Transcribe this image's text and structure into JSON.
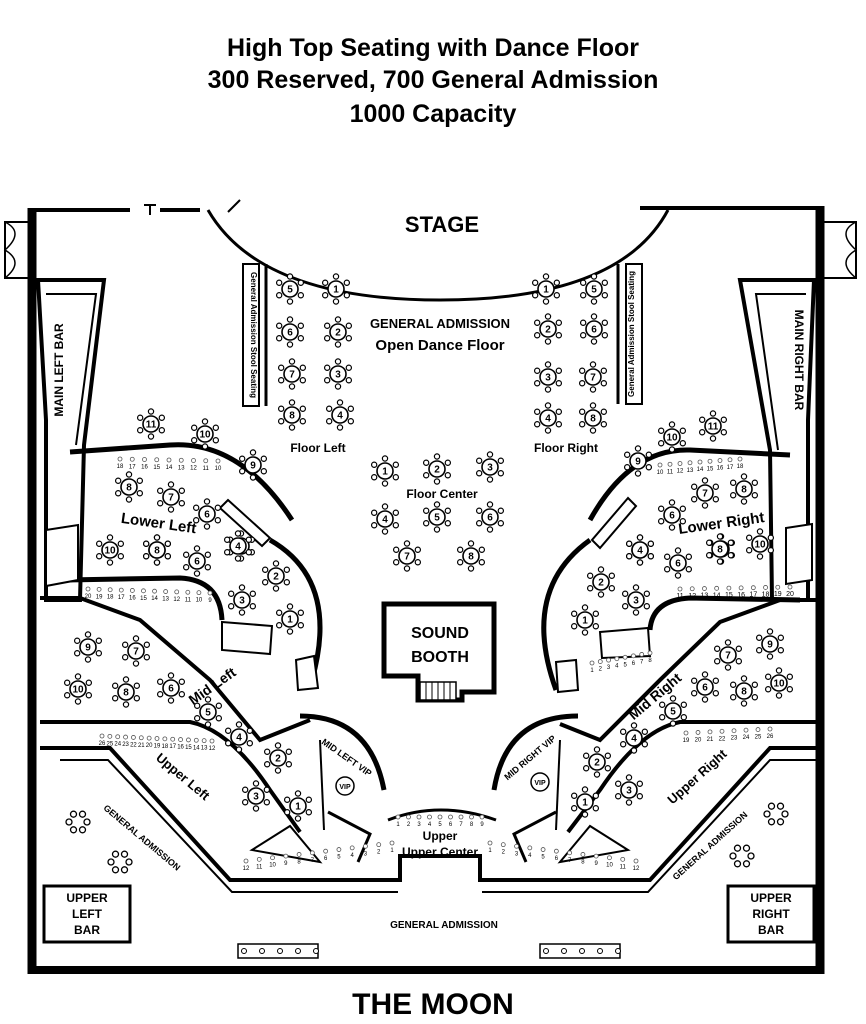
{
  "header": {
    "line1": "High Top Seating with Dance Floor",
    "line2": "300 Reserved, 700 General Admission",
    "line3": "1000 Capacity"
  },
  "footer": {
    "venue_name": "THE MOON"
  },
  "labels": {
    "stage": "STAGE",
    "ga_title": "GENERAL ADMISSION",
    "dance_floor": "Open Dance Floor",
    "stool_seating": "General Admission Stool Seating",
    "main_left_bar": "MAIN LEFT BAR",
    "main_right_bar": "MAIN RIGHT BAR",
    "floor_left": "Floor  Left",
    "floor_right": "Floor  Right",
    "floor_center": "Floor Center",
    "lower_left": "Lower  Left",
    "lower_right": "Lower  Right",
    "mid_left": "Mid  Left",
    "mid_right": "Mid  Right",
    "mid_left_vip": "MID LEFT VIP",
    "mid_right_vip": "MID RIGHT VIP",
    "vip": "VIP",
    "upper_left": "Upper  Left",
    "upper_right": "Upper  Right",
    "upper_center": "Upper Center",
    "sound_booth_1": "SOUND",
    "sound_booth_2": "BOOTH",
    "general_admission": "GENERAL ADMISSION",
    "upper_left_bar": [
      "UPPER",
      "LEFT",
      "BAR"
    ],
    "upper_right_bar": [
      "UPPER",
      "RIGHT",
      "BAR"
    ]
  },
  "tables": {
    "floor_left": [
      "5",
      "1",
      "6",
      "2",
      "7",
      "3",
      "8",
      "4"
    ],
    "floor_right": [
      "1",
      "5",
      "2",
      "6",
      "3",
      "7",
      "4",
      "8"
    ],
    "floor_center": [
      "1",
      "2",
      "3",
      "4",
      "5",
      "6",
      "7",
      "8"
    ],
    "lower_left": [
      "11",
      "10",
      "9",
      "8",
      "7",
      "6",
      "5",
      "4",
      "3",
      "2",
      "1",
      "10",
      "8",
      "6",
      "4"
    ],
    "lower_right": [
      "10",
      "11",
      "9",
      "7",
      "8",
      "6",
      "5",
      "4",
      "3",
      "2",
      "1",
      "10",
      "8",
      "6",
      "4"
    ],
    "mid_left": [
      "9",
      "7",
      "10",
      "8",
      "6",
      "5",
      "4",
      "3",
      "2",
      "1"
    ],
    "mid_right": [
      "9",
      "7",
      "10",
      "8",
      "6",
      "5",
      "4",
      "3",
      "2",
      "1"
    ],
    "upper_left": [
      "3",
      "2",
      "1"
    ],
    "upper_right": [
      "3",
      "2",
      "1"
    ]
  },
  "rail_numbers": {
    "lower_left_top": [
      "18",
      "17",
      "16",
      "15",
      "14",
      "13",
      "12",
      "11",
      "10"
    ],
    "lower_left_bottom": [
      "20",
      "19",
      "18",
      "17",
      "16",
      "15",
      "14",
      "13",
      "12",
      "11",
      "10",
      "9"
    ],
    "lower_right_top": [
      "10",
      "11",
      "12",
      "13",
      "14",
      "15",
      "16",
      "17",
      "18"
    ],
    "lower_right_bottom": [
      "11",
      "12",
      "13",
      "14",
      "15",
      "16",
      "17",
      "18",
      "19",
      "20"
    ],
    "mid_right_arc": [
      "1",
      "2",
      "3",
      "4",
      "5",
      "6",
      "7",
      "8"
    ],
    "upper_left_rail": [
      "26",
      "25",
      "24",
      "23",
      "22",
      "21",
      "20",
      "19",
      "18",
      "17",
      "16",
      "15",
      "14",
      "13",
      "12"
    ],
    "upper_right_rail": [
      "19",
      "20",
      "21",
      "22",
      "23",
      "24",
      "25",
      "26"
    ],
    "upper_center_left": [
      "12",
      "11",
      "10",
      "9",
      "8",
      "7",
      "6",
      "5",
      "4",
      "3",
      "2",
      "1"
    ],
    "upper_center_right": [
      "1",
      "2",
      "3",
      "4",
      "5",
      "6",
      "7",
      "8",
      "9",
      "10",
      "11",
      "12"
    ],
    "upper_center_top": [
      "1",
      "2",
      "3",
      "4",
      "5",
      "6",
      "7",
      "8",
      "9"
    ]
  }
}
